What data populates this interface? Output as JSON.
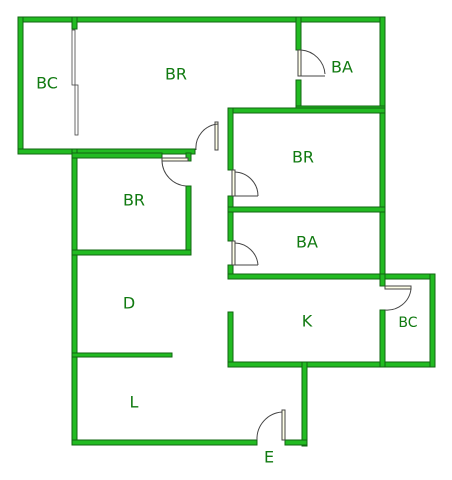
{
  "floor_plan": {
    "wall_color": "#22bb22",
    "label_color": "#117a11",
    "rooms": [
      {
        "id": "balcony-top-left",
        "label": "BC"
      },
      {
        "id": "bedroom-top",
        "label": "BR"
      },
      {
        "id": "bathroom-top",
        "label": "BA"
      },
      {
        "id": "bedroom-right",
        "label": "BR"
      },
      {
        "id": "bedroom-left",
        "label": "BR"
      },
      {
        "id": "bathroom-right",
        "label": "BA"
      },
      {
        "id": "dining",
        "label": "D"
      },
      {
        "id": "kitchen",
        "label": "K"
      },
      {
        "id": "balcony-right",
        "label": "BC"
      },
      {
        "id": "living",
        "label": "L"
      }
    ],
    "entrance_label": "E"
  }
}
